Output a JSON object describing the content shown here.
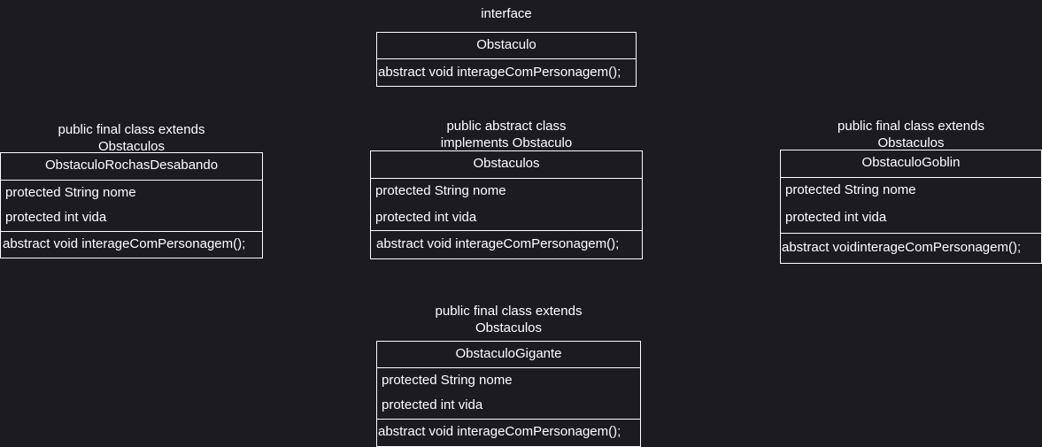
{
  "colors": {
    "background": "#1b1b20",
    "stroke": "#ffffff",
    "text": "#ffffff"
  },
  "interface": {
    "stereotype": "interface",
    "name": "Obstaculo",
    "operation": "abstract void interageComPersonagem();"
  },
  "obstaculos": {
    "caption_line1": "public abstract class",
    "caption_line2": "implements Obstaculo",
    "name": "Obstaculos",
    "attr1": "protected String nome",
    "attr2": "protected int vida",
    "operation": "abstract void interageComPersonagem();"
  },
  "rochas": {
    "caption_line1": "public final class extends",
    "caption_line2": "Obstaculos",
    "name": "ObstaculoRochasDesabando",
    "attr1": "protected String nome",
    "attr2": "protected int vida",
    "operation": "abstract void interageComPersonagem();"
  },
  "goblin": {
    "caption_line1": "public final class extends",
    "caption_line2": "Obstaculos",
    "name": "ObstaculoGoblin",
    "attr1": "protected String nome",
    "attr2": "protected int vida",
    "operation": "abstract voidinterageComPersonagem();"
  },
  "gigante": {
    "caption_line1": "public final class extends",
    "caption_line2": "Obstaculos",
    "name": "ObstaculoGigante",
    "attr1": "protected String nome",
    "attr2": "protected int vida",
    "operation": "abstract void interageComPersonagem();"
  }
}
